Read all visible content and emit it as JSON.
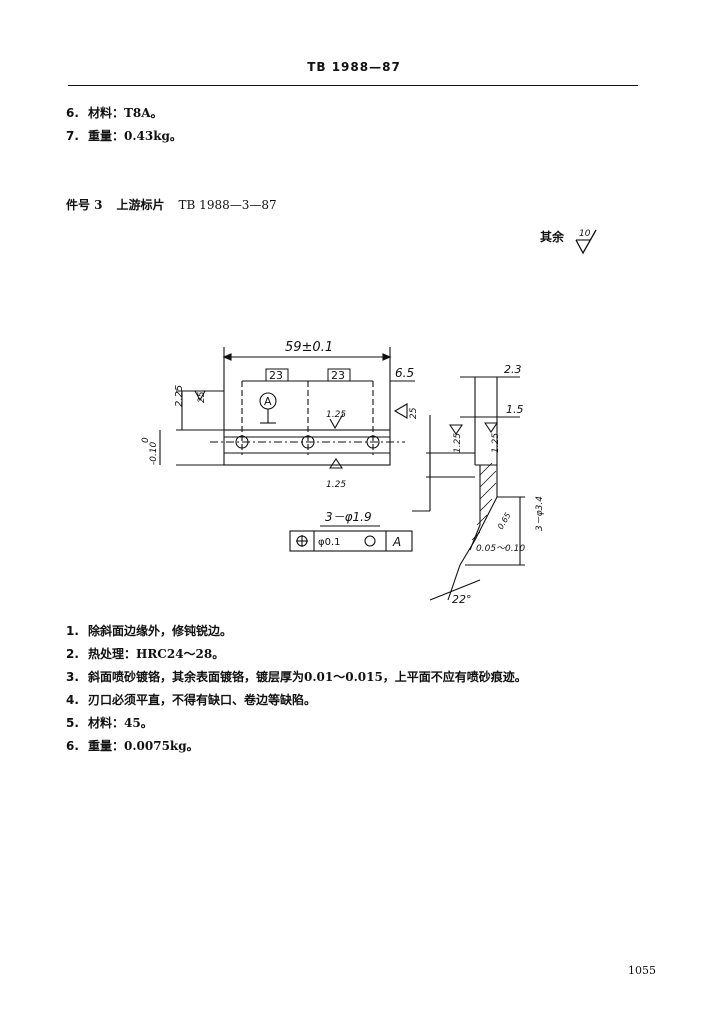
{
  "header": {
    "title": "TB 1988—87"
  },
  "top_items": [
    {
      "num": "6.",
      "text": "材料：T8A。"
    },
    {
      "num": "7.",
      "text": "重量：0.43kg。"
    }
  ],
  "part": {
    "label": "件号 3",
    "name": "上游标片",
    "code": "TB 1988—3—87"
  },
  "roughness_note": {
    "label": "其余",
    "value": "10"
  },
  "drawing": {
    "dims": {
      "overall_length": "59±0.1",
      "spacing_1": "23",
      "spacing_2": "23",
      "right_offset": "6.5",
      "height_left": "2.25",
      "tol_left_top": "0",
      "tol_left_bottom": "-0.10",
      "side_width": "2.3",
      "side_inner": "1.5",
      "holes": "3－φ1.9",
      "holes_side": "3－φ3.4",
      "side_depth": "0.65",
      "side_thickness": "0.05～0.10",
      "angle": "22°"
    },
    "roughness": {
      "r1": "25",
      "r2": "25",
      "r3": "1.25",
      "r4": "1.25",
      "r5": "1.25",
      "r6": "1.25"
    },
    "datum": "A",
    "tolerance_frame": {
      "position": "φ0.1",
      "datum": "A"
    }
  },
  "notes": [
    {
      "num": "1.",
      "text": "除斜面边缘外，修钝锐边。"
    },
    {
      "num": "2.",
      "text": "热处理：HRC24～28。"
    },
    {
      "num": "3.",
      "text": "斜面喷砂镀铬，其余表面镀铬，镀层厚为0.01～0.015，上平面不应有喷砂痕迹。"
    },
    {
      "num": "4.",
      "text": "刃口必须平直，不得有缺口、卷边等缺陷。"
    },
    {
      "num": "5.",
      "text": "材料：45。"
    },
    {
      "num": "6.",
      "text": "重量：0.0075kg。"
    }
  ],
  "page_number": "1055"
}
